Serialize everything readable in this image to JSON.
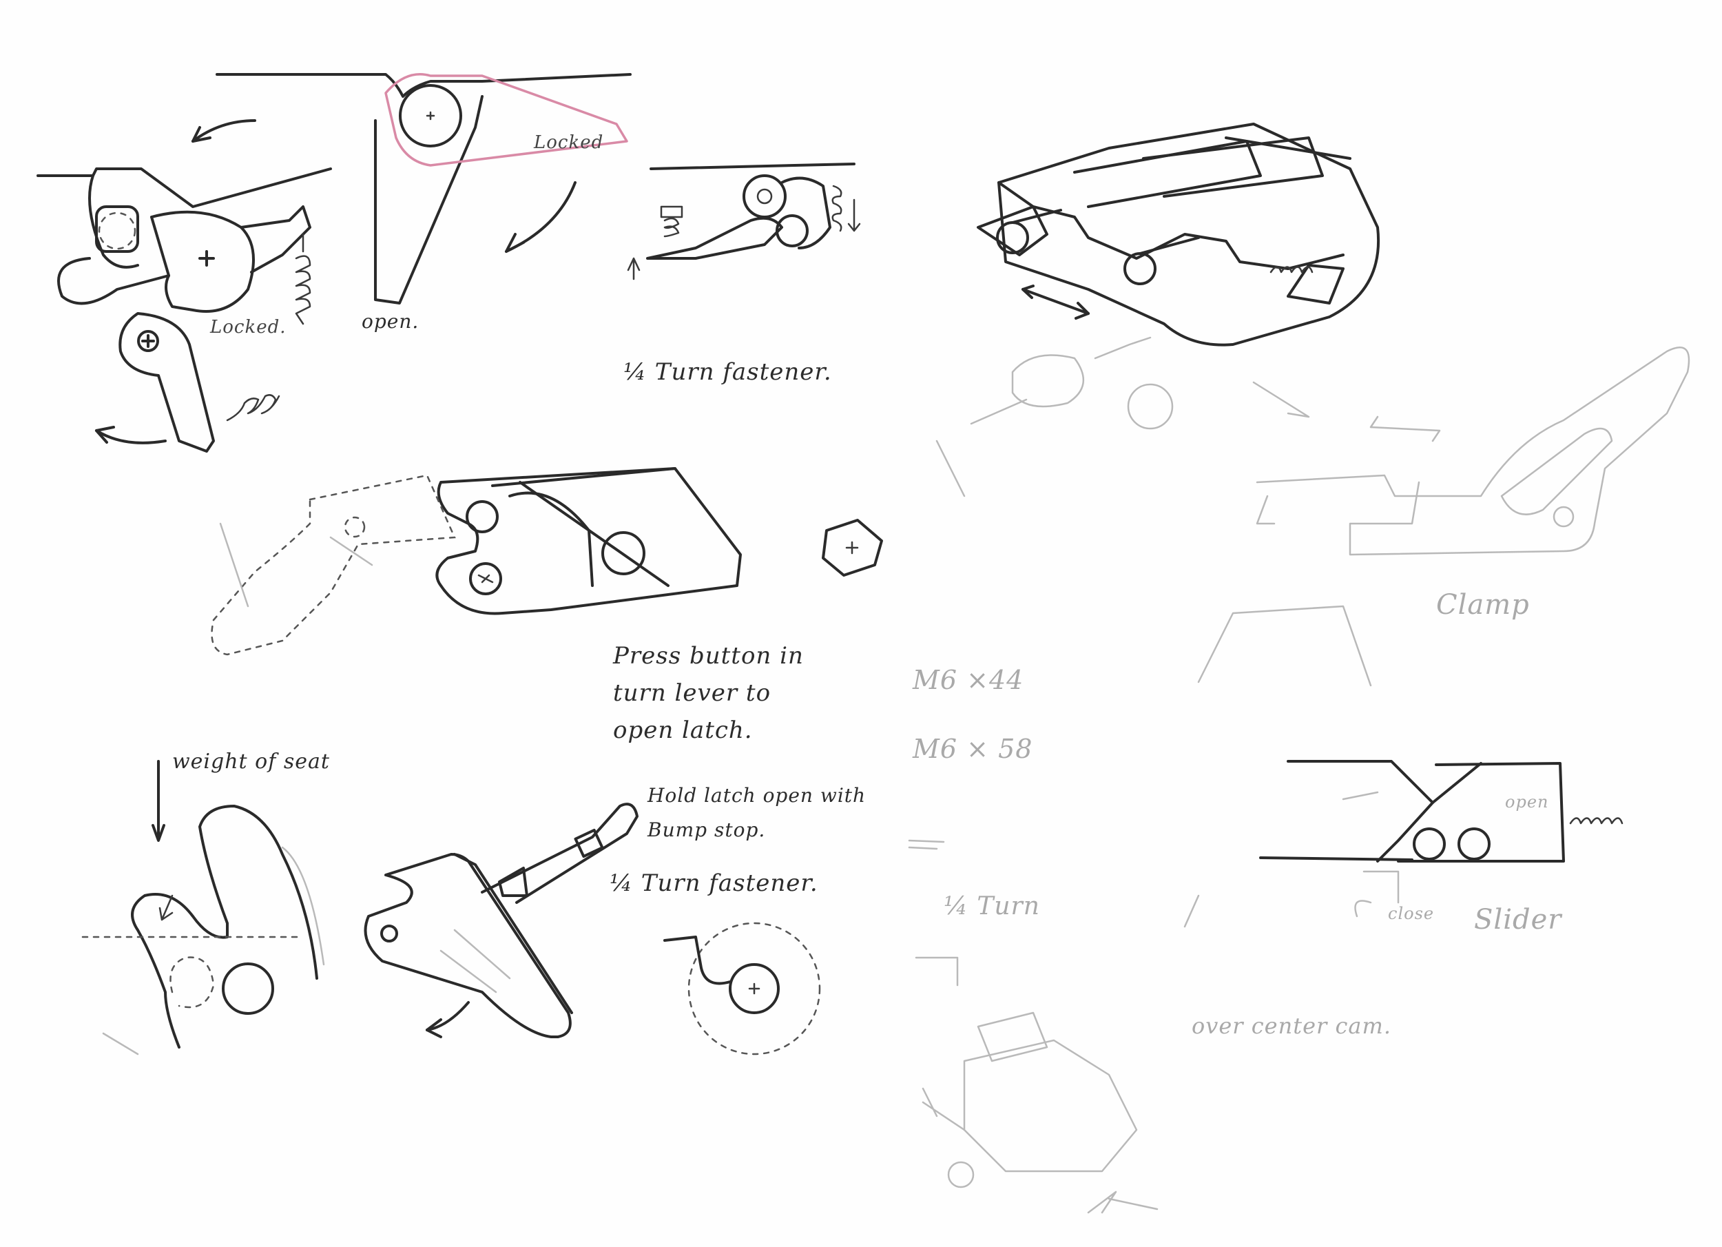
{
  "sheet": {
    "title": "Seat latch mechanism concept sketches"
  },
  "notes": {
    "locked_top": "Locked",
    "locked_left": "Locked.",
    "open": "open.",
    "quarter_turn_1": "¼ Turn fastener.",
    "press_button": "Press button in\nturn lever to\nopen latch.",
    "weight_of_seat": "weight of seat",
    "hold_latch": "Hold latch open with\nBump stop.",
    "quarter_turn_2": "¼ Turn fastener.",
    "clamp": "Clamp",
    "m6x44": "M6 ×44",
    "m6x58": "M6 × 58",
    "quarter_turn_3": "¼ Turn",
    "open_small": "open",
    "close_small": "close",
    "slider": "Slider",
    "over_center_cam": "over center cam."
  },
  "colors": {
    "ink": "#2a2a2a",
    "pencil": "#b9b9b9",
    "red_pencil": "#d98aa6"
  }
}
